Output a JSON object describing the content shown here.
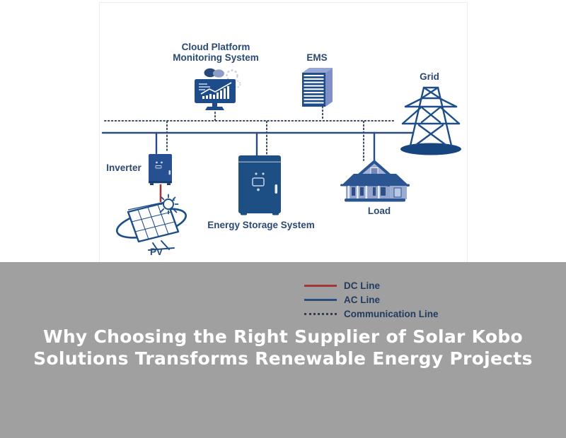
{
  "diagram": {
    "nodes": [
      {
        "id": "cloud-platform",
        "label_line1": "Cloud Platform",
        "label_line2": "Monitoring System",
        "icon": "monitor-cloud-icon"
      },
      {
        "id": "ems",
        "label": "EMS",
        "icon": "server-icon"
      },
      {
        "id": "grid",
        "label": "Grid",
        "icon": "transmission-tower-icon"
      },
      {
        "id": "inverter",
        "label": "Inverter",
        "icon": "inverter-cabinet-icon"
      },
      {
        "id": "energy-storage",
        "label": "Energy Storage System",
        "icon": "storage-cabinet-icon"
      },
      {
        "id": "load",
        "label": "Load",
        "icon": "house-icon"
      },
      {
        "id": "pv",
        "label": "PV",
        "icon": "solar-panel-sun-icon"
      }
    ],
    "colors": {
      "diagram_blue": "#1d4e89",
      "dc_line_red": "#a23535",
      "ac_line_navy": "#2b4d7e",
      "comm_line": "#3d485f",
      "label_navy": "#2a4a73"
    }
  },
  "legend": {
    "items": [
      {
        "label": "DC Line",
        "style": "solid",
        "color": "#a23535"
      },
      {
        "label": "AC Line",
        "style": "solid",
        "color": "#2b4d7e"
      },
      {
        "label": "Communication Line",
        "style": "dotted",
        "color": "#333c52"
      }
    ]
  },
  "banner": {
    "title_line1": "Why Choosing the Right Supplier of Solar Kobo",
    "title_line2": "Solutions Transforms Renewable Energy Projects",
    "background": "#a0a0a0",
    "title_color": "#ffffff"
  }
}
